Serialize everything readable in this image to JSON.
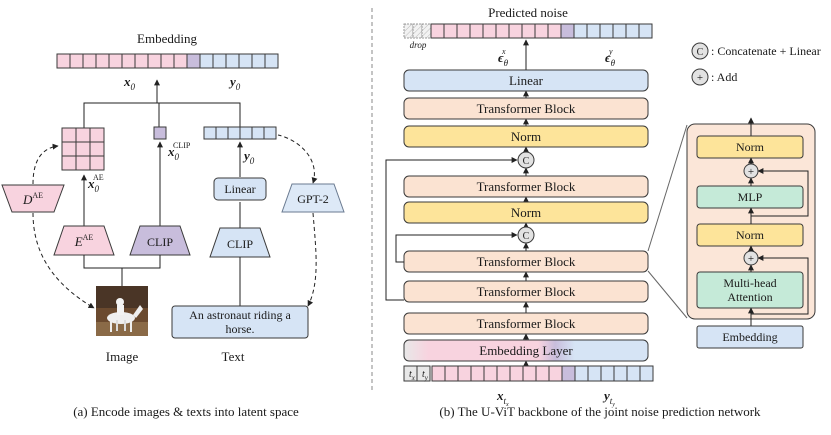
{
  "left": {
    "embedding_title": "Embedding",
    "x0_label": "x",
    "x0_sub": "0",
    "y0_label": "y",
    "y0_sub": "0",
    "x0_ae_label": "x",
    "x0_ae_sub": "0",
    "x0_ae_sup": "AE",
    "x0_clip_label": "x",
    "x0_clip_sub": "0",
    "x0_clip_sup": "CLIP",
    "y0_text_label": "y",
    "y0_text_sub": "0",
    "decoder": "D",
    "decoder_sup": "AE",
    "encoder": "E",
    "encoder_sup": "AE",
    "clip_image": "CLIP",
    "clip_text": "CLIP",
    "linear": "Linear",
    "gpt2": "GPT-2",
    "image_label": "Image",
    "text_label": "Text",
    "prompt_line1": "An astronaut riding a",
    "prompt_line2": "horse.",
    "caption": "(a) Encode images & texts into latent space"
  },
  "right": {
    "predicted_noise": "Predicted noise",
    "drop_label": "drop",
    "eps_x": "ϵ",
    "eps_x_sub": "θ",
    "eps_x_sup": "x",
    "eps_y": "ϵ",
    "eps_y_sub": "θ",
    "eps_y_sup": "y",
    "legend_concat_symbol": "C",
    "legend_concat": ": Concatenate + Linear",
    "legend_add_symbol": "+",
    "legend_add": ": Add",
    "blocks": [
      "Linear",
      "Transformer Block",
      "Norm",
      "Transformer Block",
      "Norm",
      "Transformer Block",
      "Transformer Block",
      "Transformer Block",
      "Embedding Layer"
    ],
    "concat_symbol": "C",
    "tx_label": "t",
    "tx_sub": "x",
    "ty_label": "t",
    "ty_sub": "y",
    "xt_label": "x",
    "xt_sub": "t",
    "xt_subsub": "x",
    "yt_label": "y",
    "yt_sub": "t",
    "yt_subsub": "y",
    "caption": "(b) The U-ViT backbone of the joint noise prediction network"
  },
  "detail": {
    "norm_top": "Norm",
    "mlp": "MLP",
    "norm_mid": "Norm",
    "attention_line1": "Multi-head",
    "attention_line2": "Attention",
    "embedding": "Embedding",
    "add_symbol": "+"
  },
  "colors": {
    "pink": "#f8d3df",
    "purple": "#c8bddc",
    "blue": "#d6e4f5",
    "peach": "#fbe3d2",
    "yellow": "#fde49a",
    "green": "#c5ead8",
    "gray": "#e8e8e8",
    "border": "#3a3a3a"
  }
}
